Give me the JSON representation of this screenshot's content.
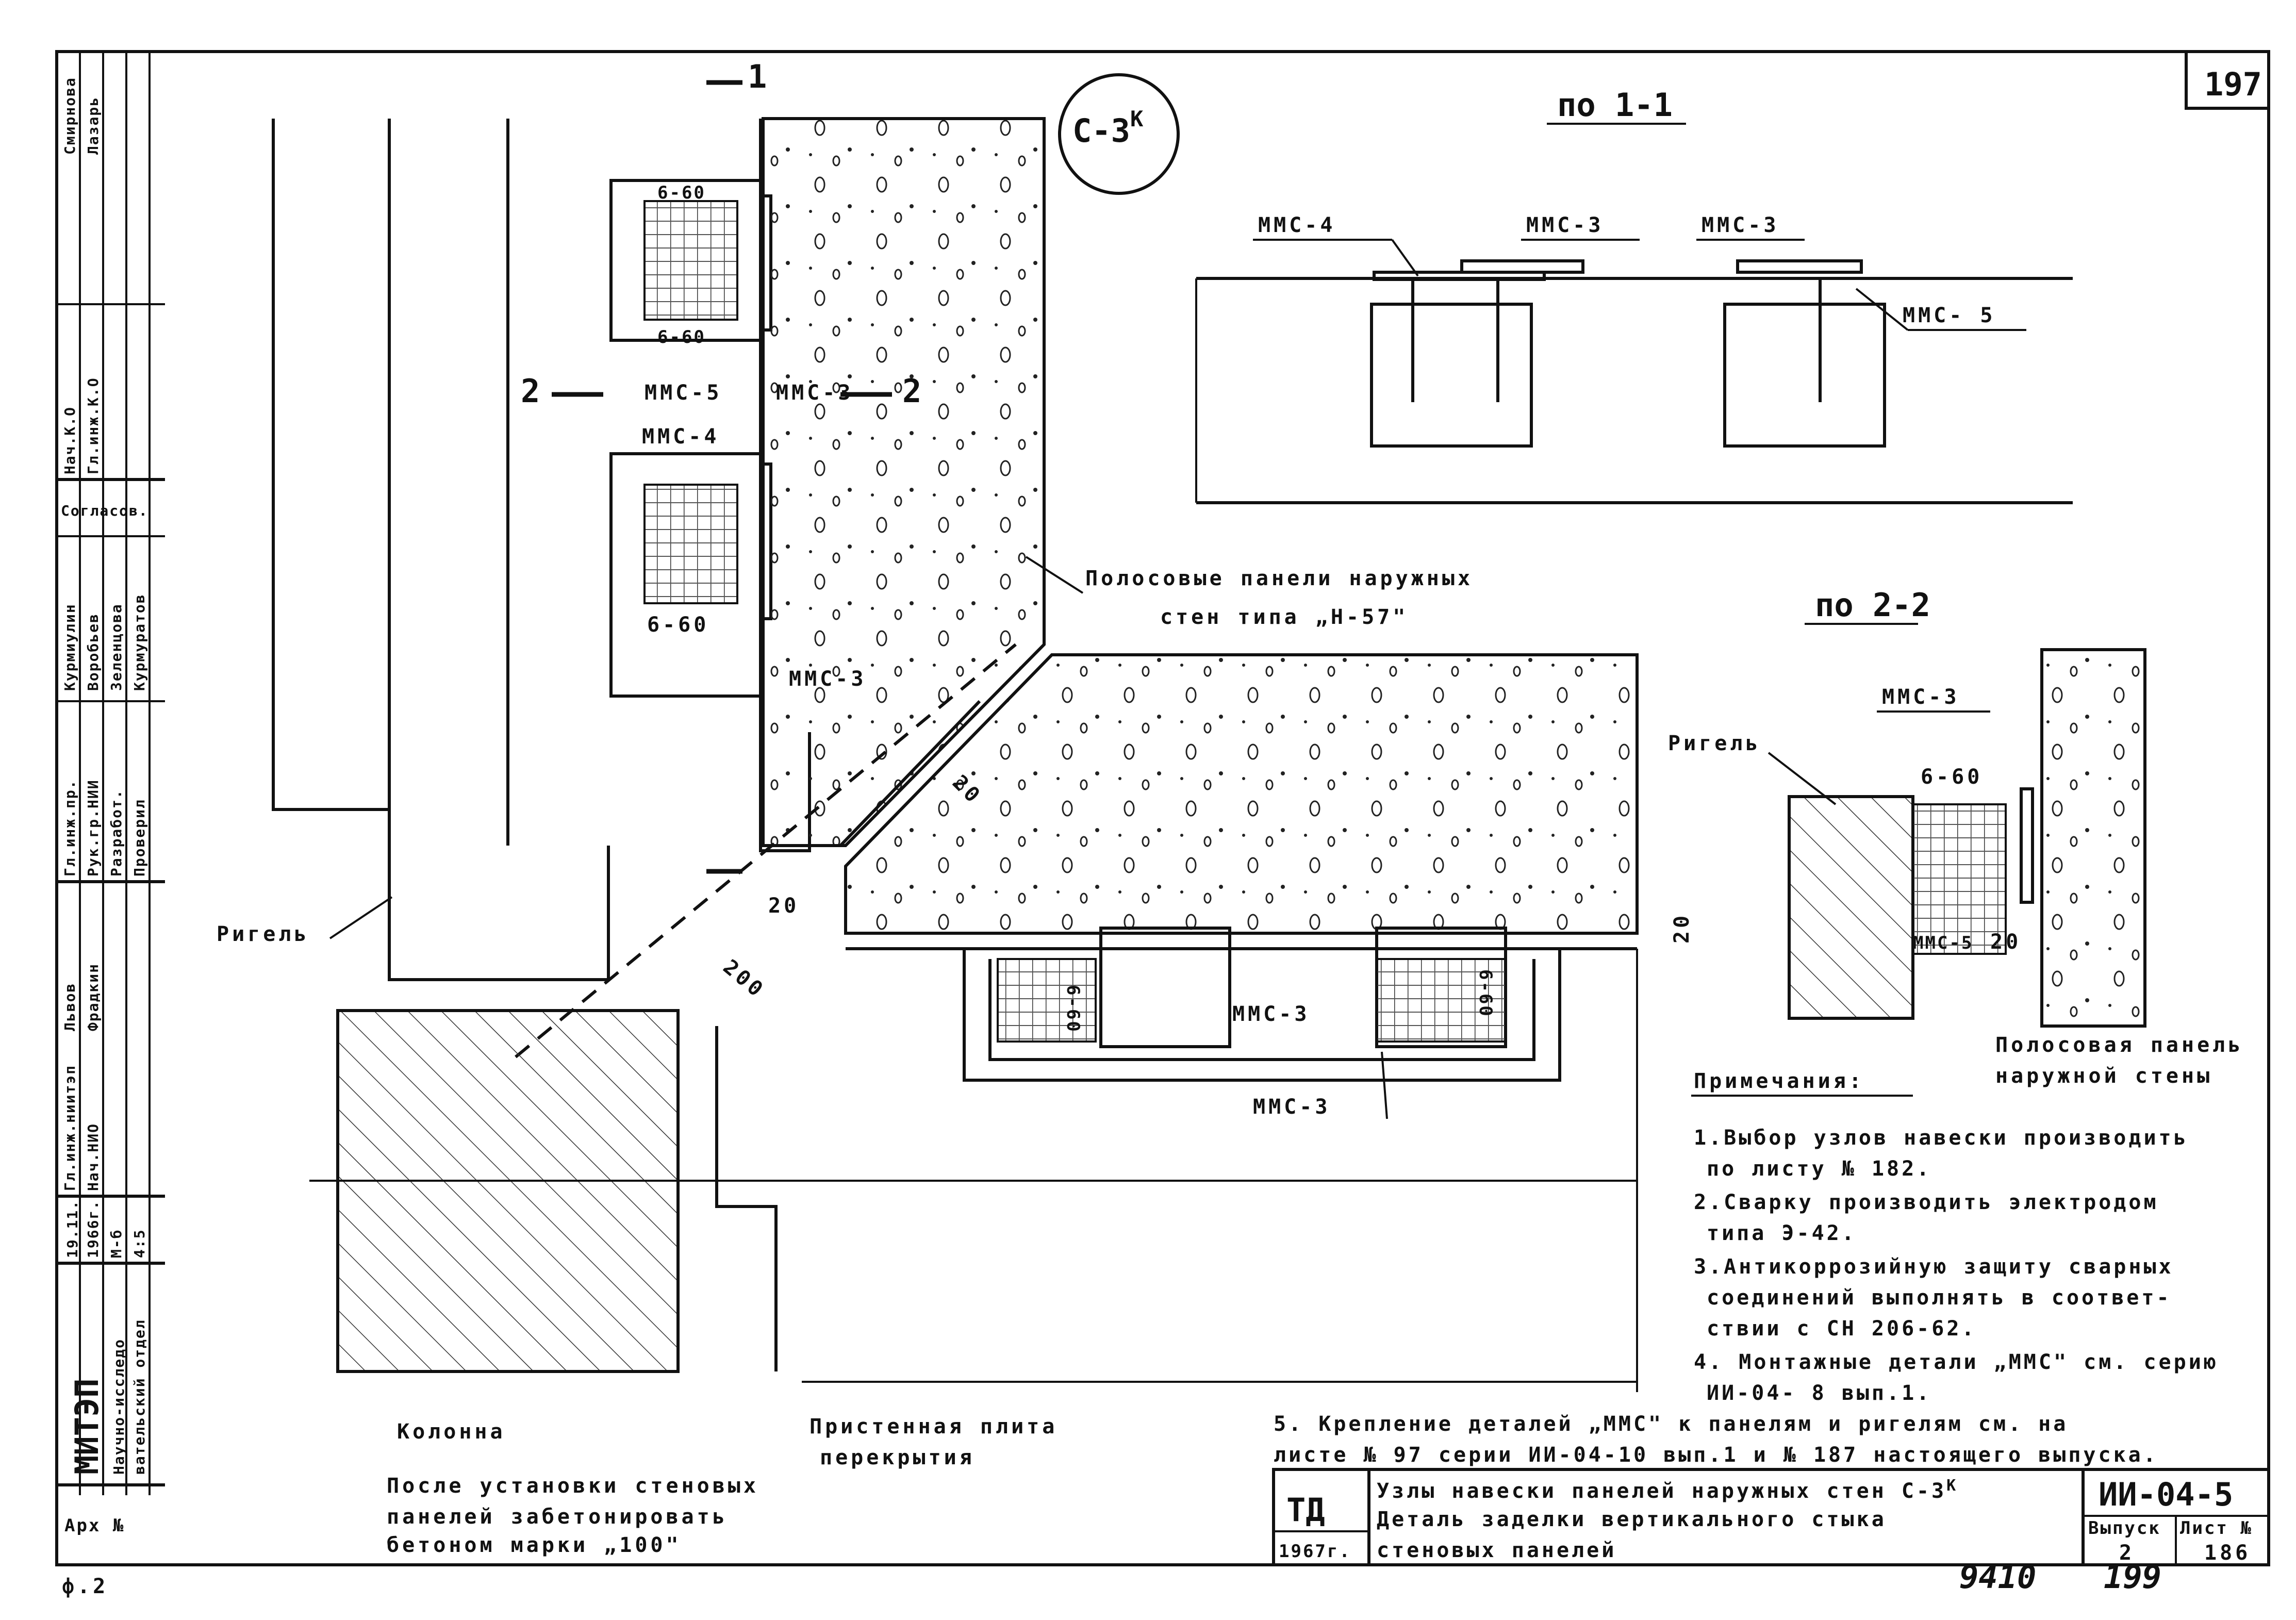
{
  "sheet": {
    "number": "197",
    "node_mark": "С-3",
    "node_mark_sup": "К",
    "footer_left": "ф.2",
    "footer_num1": "9410",
    "footer_num2": "199"
  },
  "sections": {
    "s11_title": "по 1-1",
    "s22_title": "по 2-2",
    "mark1": "1",
    "mark2": "2"
  },
  "labels": {
    "mms3": "ММС-3",
    "mms4": "ММС-4",
    "mms5": "ММС-5",
    "mms5b": "ММС- 5",
    "mms5c": "ММС-5",
    "mms4b": "ММС-4",
    "mms3_s11a": "ММС-3",
    "mms3_s11b": "ММС-3",
    "mms3_s22": "ММС-3",
    "mms3_main1": "ММС-3",
    "mms3_main2": "ММС-3",
    "mms3_main3": "ММС-3",
    "mms3_main4": "ММС-3",
    "weld1": "6-60",
    "weld2": "6-60",
    "weld3": "6-60",
    "weld4": "6-60",
    "weld5": "6-60",
    "weld6": "6-60",
    "weld7": "6-60",
    "dim20a": "20",
    "dim20b": "20",
    "dim20c": "20",
    "dim20d": "20",
    "dim20e": "20",
    "dim200": "200",
    "rigel": "Ригель",
    "rigel2": "Ригель",
    "column": "Колонна",
    "strip_panels_1": "Полосовые панели наружных",
    "strip_panels_2": "стен типа „Н-57\"",
    "strip_panel_1": "Полосовая панель",
    "strip_panel_2": "наружной стены",
    "wall_slab_1": "Пристенная плита",
    "wall_slab_2": "перекрытия",
    "concrete_1": "После установки стеновых",
    "concrete_2": "панелей забетонировать",
    "concrete_3": "бетоном марки „100\""
  },
  "notes": {
    "title": "Примечания:",
    "n1a": "1.Выбор узлов навески производить",
    "n1b": "по листу № 182.",
    "n2a": "2.Сварку производить электродом",
    "n2b": "типа Э-42.",
    "n3a": "3.Антикоррозийную защиту сварных",
    "n3b": "соединений выполнять в соответ-",
    "n3c": "ствии с СН 206-62.",
    "n4a": "4. Монтажные детали „ММС\" см. серию",
    "n4b": "ИИ-04- 8 вып.1.",
    "n5a": "5. Крепление деталей „ММС\" к панелям и ригелям см. на",
    "n5b": "листе № 97 серии ИИ-04-10 вып.1 и № 187 настоящего выпуска."
  },
  "title_block": {
    "logo": "ТД",
    "year": "1967г.",
    "line1": "Узлы навески панелей наружных стен С-3",
    "line1_sup": "К",
    "line2": "Деталь заделки вертикального стыка",
    "line3": "стеновых панелей",
    "code": "ИИ-04-5",
    "issue_label": "Выпуск",
    "issue_value": "2",
    "sheet_label": "Лист №",
    "sheet_value": "186"
  },
  "stamp": {
    "org": "МИТЭП",
    "org_sub1": "Научно-исследо",
    "org_sub2": "вательский отдел",
    "arch": "Арх №",
    "date": "19.11.",
    "year": "1966г.",
    "scale_label": "М-б",
    "scale_value": "4:5",
    "r1": "Гл.инж.ниитэп",
    "r2": "Нач.НИО",
    "r3": "Гл.инж.пр.",
    "r4": "Рук.гр.НИИ",
    "r5": "Разработ.",
    "r6": "Проверил",
    "r7": "Согласов.",
    "r8": "Нач.К.О",
    "r9": "Гл.инж.К.О",
    "n1": "Львов",
    "n2": "Фрадкин",
    "n3": "Курмиулин",
    "n4": "Воробьев",
    "n5": "Зеленцова",
    "n6": "Курмуратов",
    "n7": "Смирнова",
    "n8": "Лазарь"
  }
}
